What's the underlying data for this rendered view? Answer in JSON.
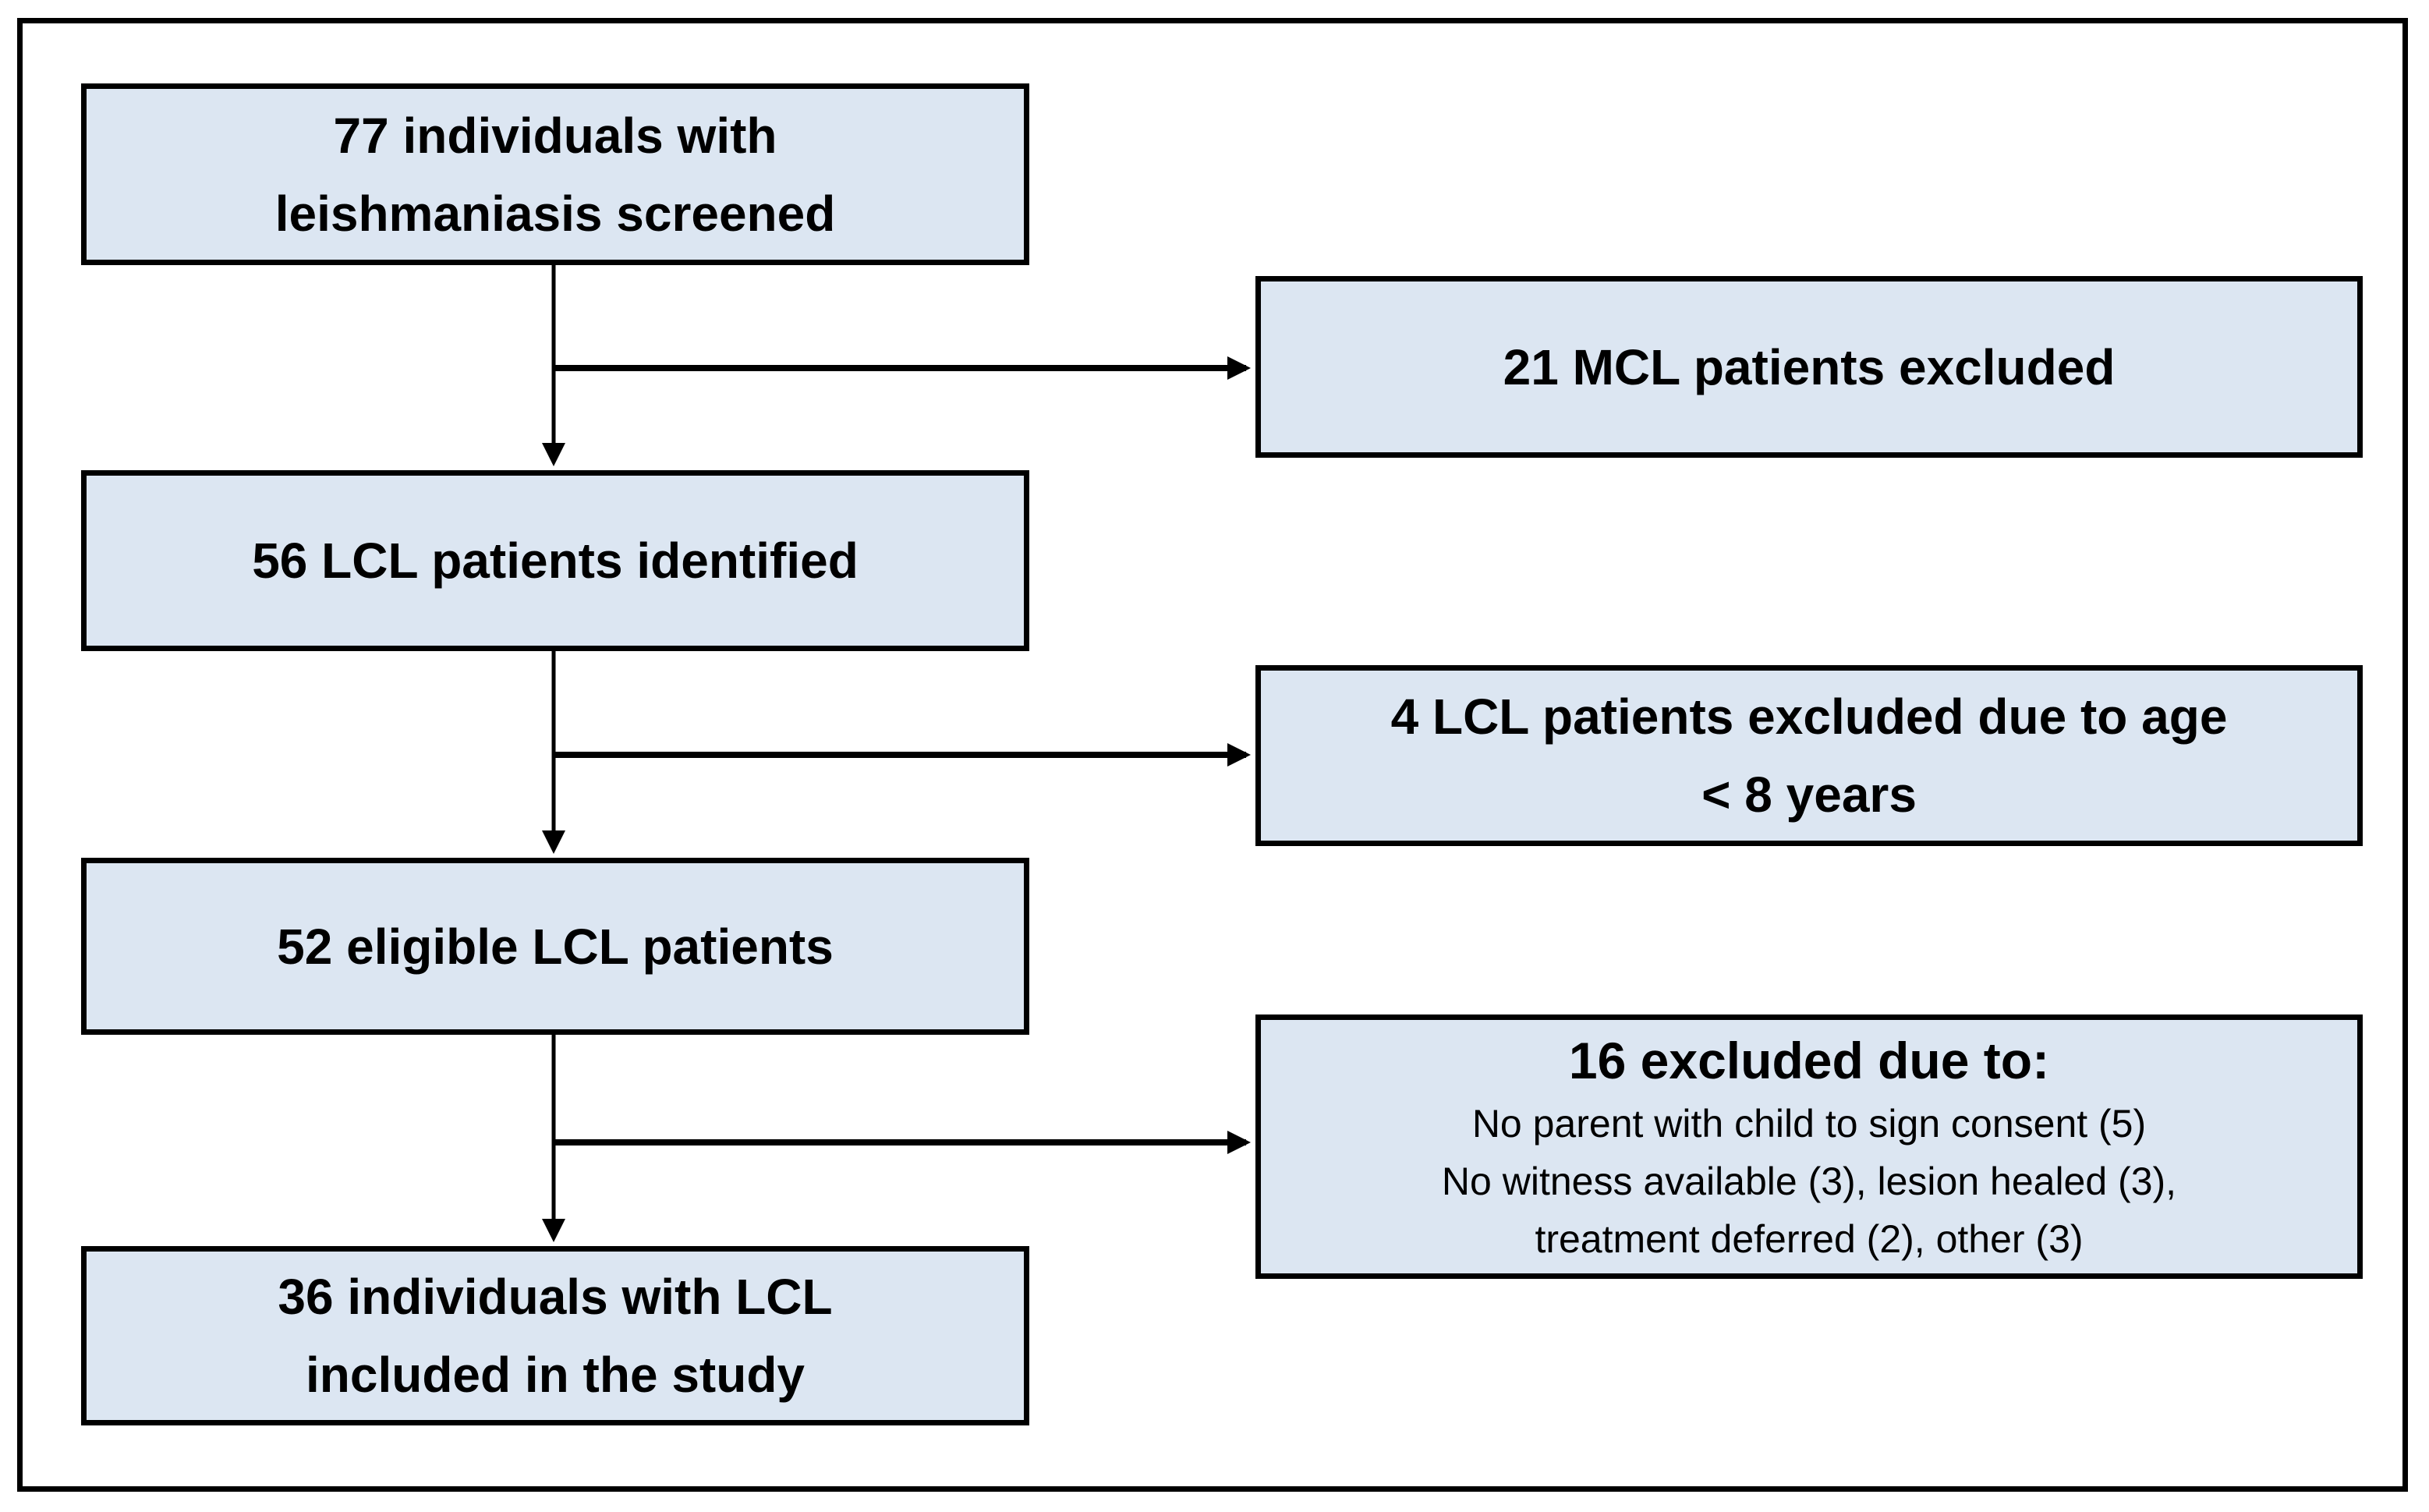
{
  "diagram": {
    "boxes": {
      "screened": {
        "lines": [
          "77 individuals with",
          "leishmaniasis screened"
        ]
      },
      "mcl": {
        "lines": [
          "21 MCL patients excluded"
        ]
      },
      "identified": {
        "lines": [
          "56 LCL patients identified"
        ]
      },
      "age": {
        "lines": [
          "4 LCL patients excluded due to age",
          "< 8 years"
        ]
      },
      "eligible": {
        "lines": [
          "52 eligible LCL patients"
        ]
      },
      "excluded16": {
        "heading": "16 excluded due to:",
        "details": [
          "No parent with child to sign consent (5)",
          "No witness available (3), lesion healed (3),",
          "treatment deferred (2), other (3)"
        ]
      },
      "included": {
        "lines": [
          "36 individuals with LCL",
          "included in the study"
        ]
      }
    },
    "colors": {
      "background": "#ffffff",
      "box_fill": "#dce6f2",
      "box_border": "#000000",
      "line": "#000000",
      "text": "#000000"
    }
  }
}
